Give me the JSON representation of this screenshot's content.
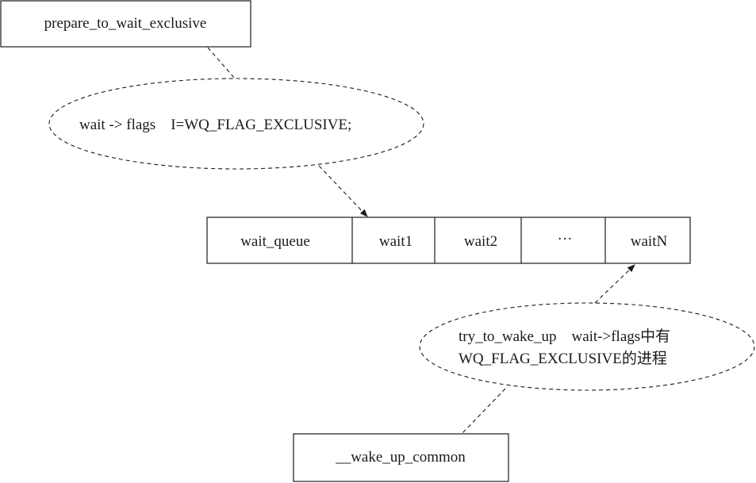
{
  "diagram": {
    "top_box": "prepare_to_wait_exclusive",
    "top_ellipse": "wait -> flags    I=WQ_FLAG_EXCLUSIVE;",
    "queue_cells": [
      "wait_queue",
      "wait1",
      "wait2",
      "···",
      "waitN"
    ],
    "bottom_ellipse_line1": "try_to_wake_up    wait->flags中有",
    "bottom_ellipse_line2": "WQ_FLAG_EXCLUSIVE的进程",
    "bottom_box": "__wake_up_common"
  }
}
